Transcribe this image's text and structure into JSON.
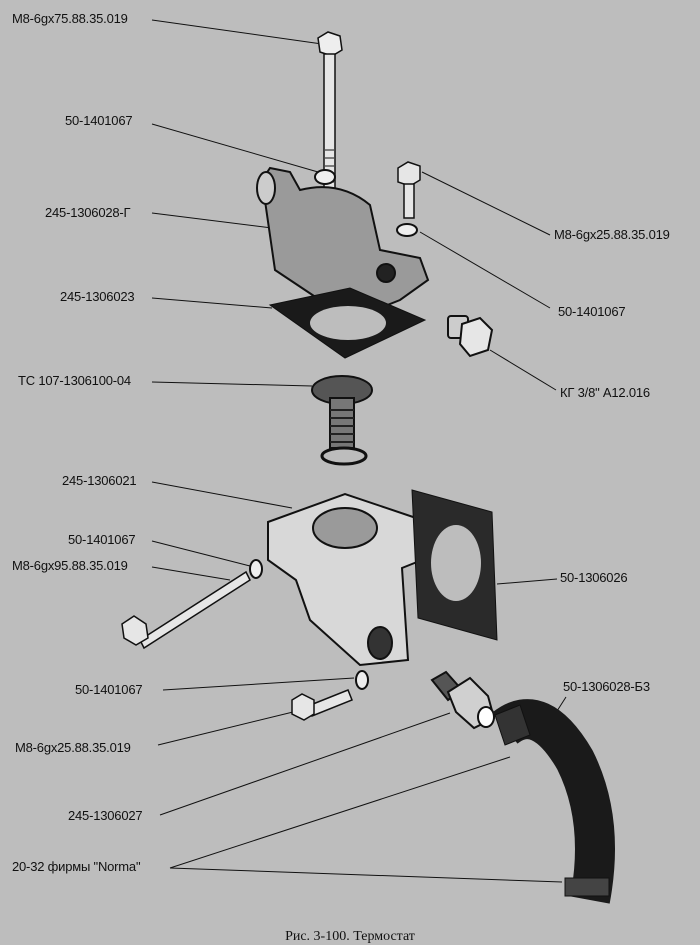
{
  "labels": {
    "bolt_top": "M8-6gx75.88.35.019",
    "washer_top": "50-1401067",
    "cover": "245-1306028-Г",
    "gasket_cover": "245-1306023",
    "thermostat": "ТС 107-1306100-04",
    "bolt_right": "M8-6gx25.88.35.019",
    "washer_right": "50-1401067",
    "plug": "КГ 3/8\" А12.016",
    "housing": "245-1306021",
    "washer_mid": "50-1401067",
    "bolt_long": "M8-6gx95.88.35.019",
    "gasket_side": "50-1306026",
    "washer_low": "50-1401067",
    "bolt_low": "M8-6gx25.88.35.019",
    "fitting": "245-1306027",
    "hose": "50-1306028-Б3",
    "clamps": "20-32 фирмы \"Norma\""
  },
  "caption": "Рис. 3-100. Термостат"
}
